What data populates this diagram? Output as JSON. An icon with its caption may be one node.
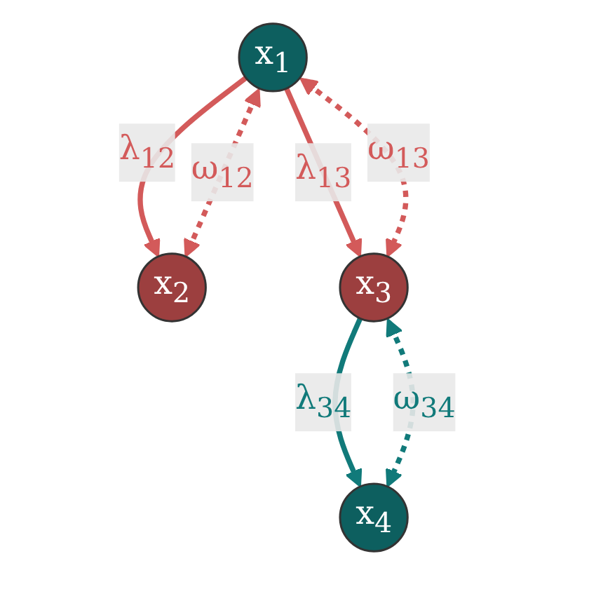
{
  "diagram": {
    "nodes": [
      {
        "text": [
          "x$_{1}$"
        ]
      },
      {
        "text": [
          "x$_{2}$"
        ]
      },
      {
        "text": [
          "x$_{3}$"
        ]
      },
      {
        "text": [
          "x$_{4}$"
        ]
      }
    ],
    "edges": [
      {
        "from": 0,
        "to": 1,
        "arrow": "to",
        "label": "λ$_{12}$"
      },
      {
        "from": 0,
        "to": 2,
        "arrow": "to",
        "label": "λ$_{13}$"
      },
      {
        "from": 2,
        "to": 3,
        "arrow": "to",
        "label": "λ$_{34}$",
        "color": "#117a7a"
      },
      {
        "from": 0,
        "to": 1,
        "arrow": "both",
        "label": "ω$_{12}$",
        "style": "dashed"
      },
      {
        "from": 0,
        "to": 2,
        "arrow": "both",
        "label": "ω$_{13}$",
        "style": "dashed"
      },
      {
        "from": 2,
        "to": 3,
        "arrow": "both",
        "label": "ω$_{34}$",
        "style": "dashed",
        "color": "#117a7a"
      }
    ]
  }
}
